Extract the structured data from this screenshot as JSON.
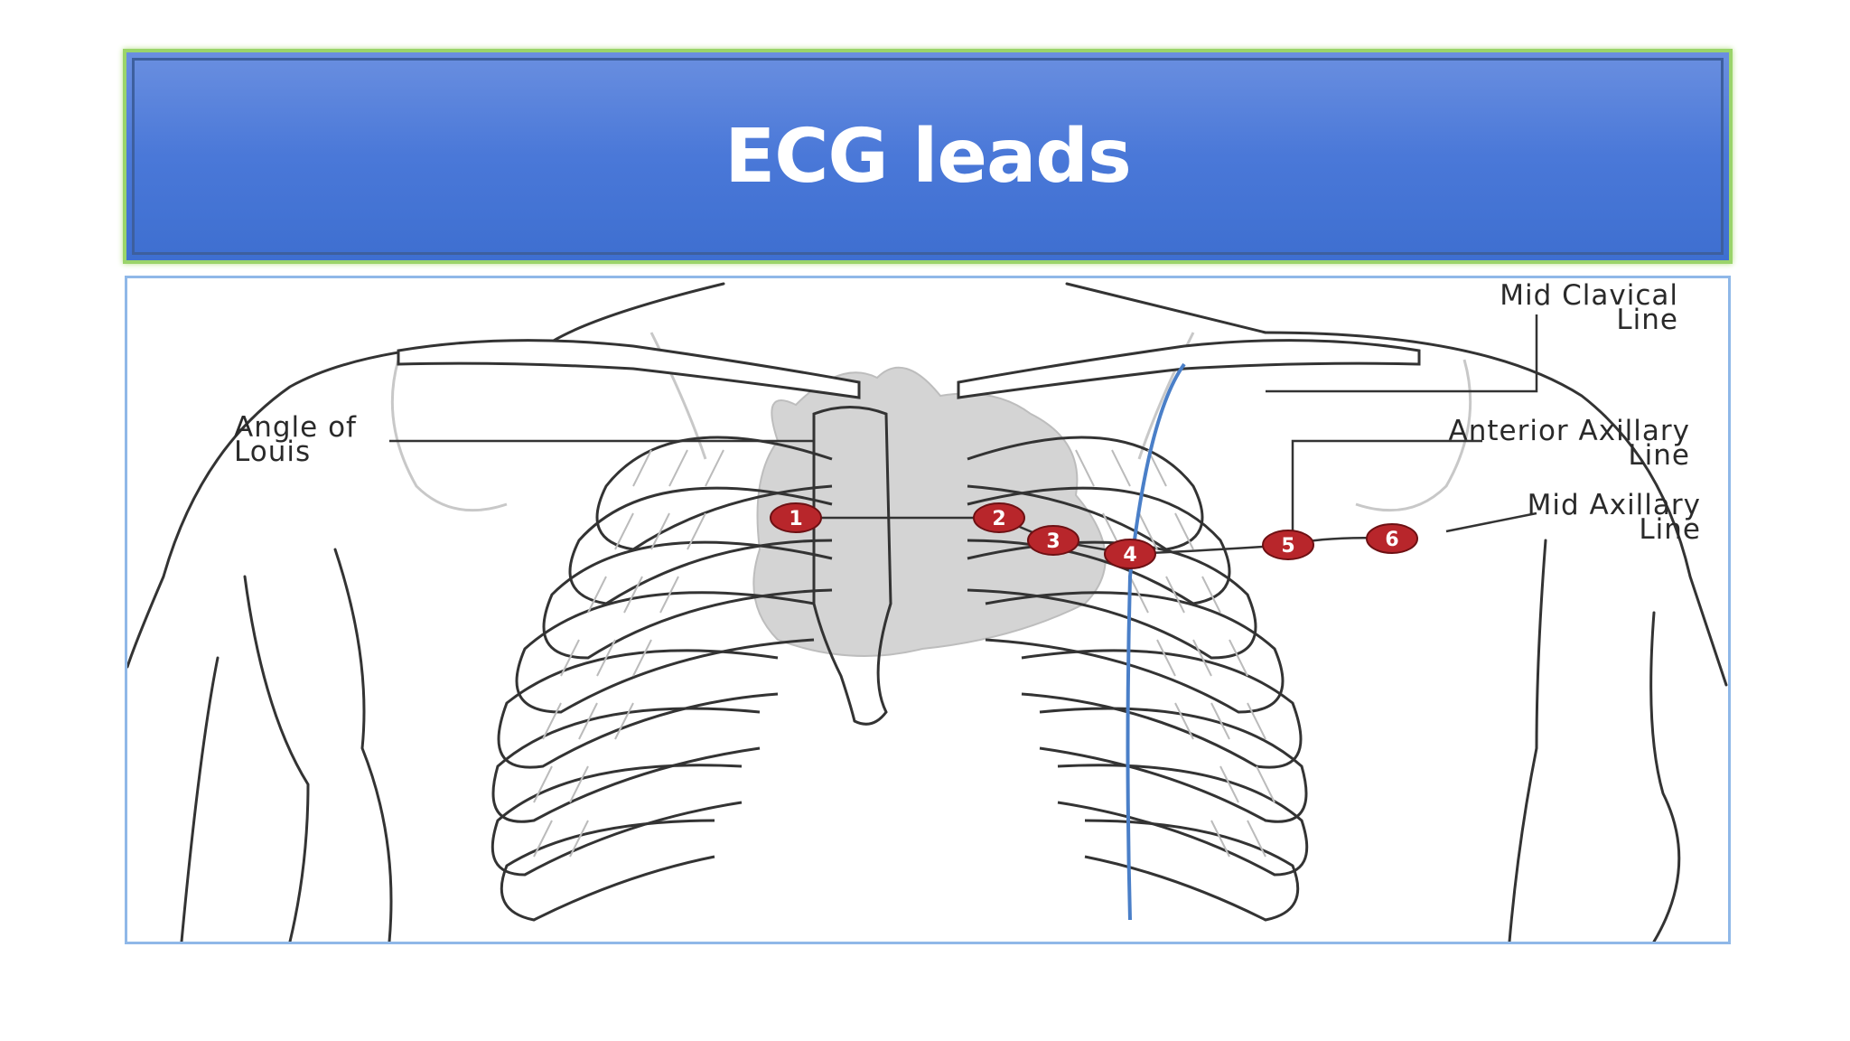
{
  "title": "ECG leads",
  "labels": {
    "angle_of_louis": [
      "Angle of",
      "Louis"
    ],
    "mid_clavical": [
      "Mid Clavical",
      "Line"
    ],
    "anterior_axillary": [
      "Anterior Axillary",
      "Line"
    ],
    "mid_axillary": [
      "Mid Axillary",
      "Line"
    ]
  },
  "electrodes": [
    "1",
    "2",
    "3",
    "4",
    "5",
    "6"
  ],
  "colors": {
    "banner_top": "#6a8fe0",
    "banner_bottom": "#3e6fd0",
    "banner_border": "#9ad46a",
    "electrode": "#b8262b",
    "mid_clavicular_line": "#4a7fc8"
  }
}
